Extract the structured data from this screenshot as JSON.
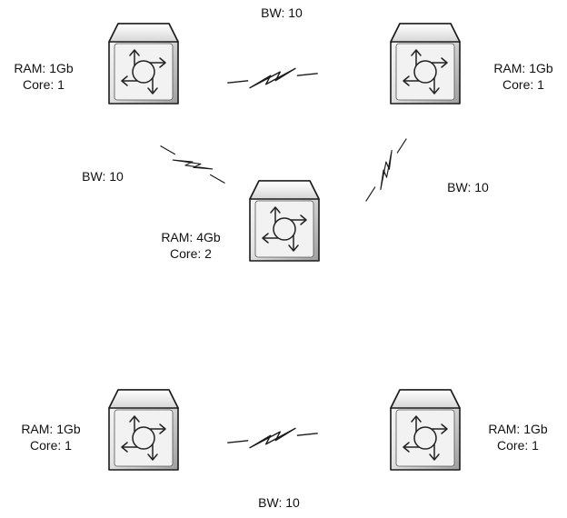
{
  "colors": {
    "device_light": "#fafafa",
    "device_dark": "#9e9e9e",
    "outline": "#1a1a1a",
    "text": "#111111"
  },
  "icons": {
    "device": "router-icon",
    "link": "lightning-link-icon"
  },
  "nodes": [
    {
      "id": "top-left",
      "ram": "RAM: 1Gb",
      "core": "Core: 1"
    },
    {
      "id": "top-right",
      "ram": "RAM: 1Gb",
      "core": "Core: 1"
    },
    {
      "id": "center",
      "ram": "RAM: 4Gb",
      "core": "Core: 2"
    },
    {
      "id": "bottom-left",
      "ram": "RAM: 1Gb",
      "core": "Core: 1"
    },
    {
      "id": "bottom-right",
      "ram": "RAM: 1Gb",
      "core": "Core: 1"
    }
  ],
  "links": [
    {
      "id": "top",
      "from": "top-left",
      "to": "top-right",
      "bw": "BW: 10"
    },
    {
      "id": "left-center",
      "from": "top-left",
      "to": "center",
      "bw": "BW: 10"
    },
    {
      "id": "right-center",
      "from": "top-right",
      "to": "center",
      "bw": "BW: 10"
    },
    {
      "id": "bottom",
      "from": "bottom-left",
      "to": "bottom-right",
      "bw": "BW: 10"
    }
  ]
}
